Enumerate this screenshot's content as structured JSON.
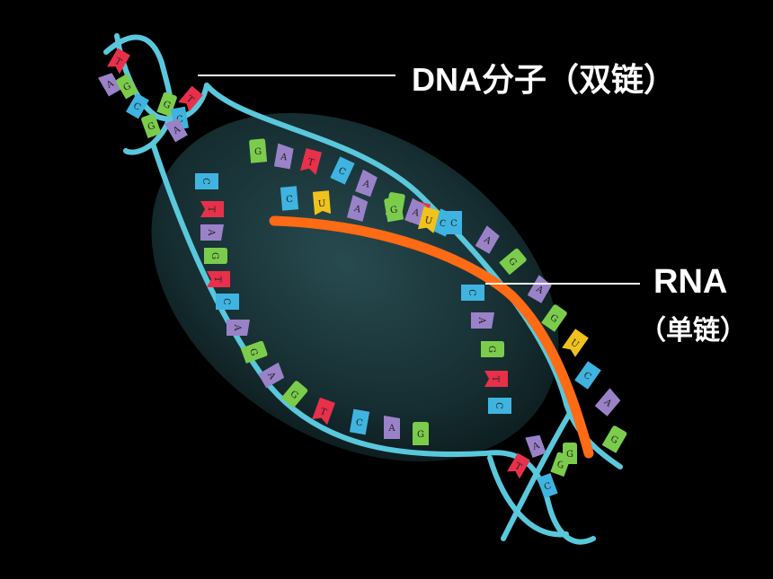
{
  "labels": {
    "dna": "DNA分子（双链）",
    "rna": "RNA",
    "rna_sub": "（单链）"
  },
  "colors": {
    "background": "#000000",
    "backbone": "#5ac8dc",
    "rna_strand": "#ff6a14",
    "bubble": "#1c3a3e",
    "leader_line": "#ffffff",
    "base_A": "#9a82c8",
    "base_C": "#3fb4e0",
    "base_G": "#7ccc4c",
    "base_T": "#e8304a",
    "base_U": "#f0c21c",
    "base_A_alt": "#ffffff"
  },
  "strands": {
    "top_left_helix": [
      "T",
      "A",
      "G",
      "C",
      "G",
      "G",
      "C",
      "T",
      "A"
    ],
    "template_strand": [
      "C",
      "T",
      "A",
      "G",
      "T",
      "C",
      "A",
      "G",
      "A",
      "G",
      "T",
      "C",
      "A",
      "G"
    ],
    "coding_strand": [
      "G",
      "A",
      "T",
      "C",
      "A",
      "G",
      "T",
      "C"
    ],
    "rna_bases": [
      "C",
      "U",
      "A",
      "G",
      "A",
      "U",
      "C",
      "A",
      "G",
      "A",
      "G",
      "U",
      "C",
      "A",
      "G"
    ],
    "template_inner": [
      "C",
      "A",
      "G",
      "T",
      "C"
    ],
    "bottom_right_helix": [
      "T",
      "A",
      "G",
      "C",
      "G"
    ]
  }
}
